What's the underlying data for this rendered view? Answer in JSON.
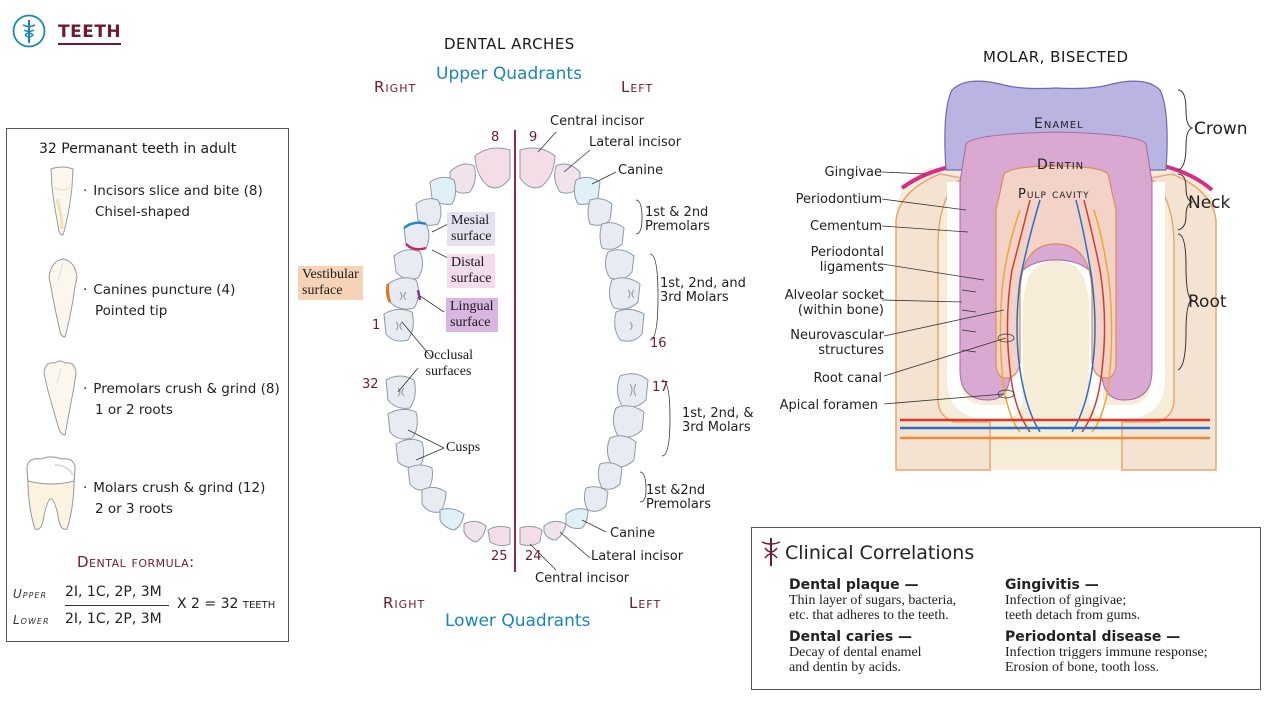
{
  "header": {
    "title": "TEETH"
  },
  "teeth_box": {
    "title": "32 Permanant teeth in adult",
    "items": [
      {
        "name": "Incisors slice and bite (8)",
        "detail": "Chisel-shaped"
      },
      {
        "name": "Canines puncture (4)",
        "detail": "Pointed tip"
      },
      {
        "name": "Premolars crush & grind (8)",
        "detail": "1 or 2 roots"
      },
      {
        "name": "Molars crush & grind (12)",
        "detail": "2 or 3 roots"
      }
    ],
    "formula": {
      "title": "Dental formula:",
      "upper_label": "Upper",
      "upper_value": "2I, 1C, 2P, 3M",
      "lower_label": "Lower",
      "lower_value": "2I, 1C, 2P, 3M",
      "result": "X 2 = 32 teeth"
    }
  },
  "arches": {
    "title": "DENTAL ARCHES",
    "upper": "Upper Quadrants",
    "lower": "Lower Quadrants",
    "right_top": "Right",
    "left_top": "Left",
    "right_bottom": "Right",
    "left_bottom": "Left",
    "numbers": {
      "n8": "8",
      "n9": "9",
      "n1": "1",
      "n16": "16",
      "n17": "17",
      "n32": "32",
      "n25": "25",
      "n24": "24"
    },
    "labels": {
      "central_incisor_top": "Central incisor",
      "lateral_incisor_top": "Lateral incisor",
      "canine_top": "Canine",
      "premolars_top_1": "1st & 2nd",
      "premolars_top_2": "Premolars",
      "molars_top_1": "1st, 2nd, and",
      "molars_top_2": "3rd Molars",
      "molars_bottom_1": "1st, 2nd, &",
      "molars_bottom_2": "3rd Molars",
      "premolars_bottom_1": "1st &2nd",
      "premolars_bottom_2": "Premolars",
      "canine_bottom": "Canine",
      "lateral_incisor_bottom": "Lateral incisor",
      "central_incisor_bottom": "Central incisor"
    },
    "surfaces": {
      "mesial_1": "Mesial",
      "mesial_2": "surface",
      "distal_1": "Distal",
      "distal_2": "surface",
      "lingual_1": "Lingual",
      "lingual_2": "surface",
      "vestibular_1": "Vestibular",
      "vestibular_2": "surface",
      "occlusal_1": "Occlusal",
      "occlusal_2": "surfaces",
      "cusps": "Cusps"
    }
  },
  "molar": {
    "title": "MOLAR, BISECTED",
    "enamel": "Enamel",
    "dentin": "Dentin",
    "pulp": "Pulp cavity",
    "crown": "Crown",
    "neck": "Neck",
    "root": "Root",
    "labels": {
      "gingivae": "Gingivae",
      "periodontium": "Periodontium",
      "cementum": "Cementum",
      "periodontal_1": "Periodontal",
      "periodontal_2": "ligaments",
      "alveolar_1": "Alveolar socket",
      "alveolar_2": "(within bone)",
      "neuro_1": "Neurovascular",
      "neuro_2": "structures",
      "root_canal": "Root canal",
      "apical": "Apical foramen"
    }
  },
  "clinical": {
    "title": "Clinical Correlations",
    "items": [
      {
        "head": "Dental plaque —",
        "line1": "Thin layer of sugars, bacteria,",
        "line2": "etc. that adheres to the teeth."
      },
      {
        "head": "Dental caries —",
        "line1": "Decay of dental enamel",
        "line2": "and dentin by acids."
      },
      {
        "head": "Gingivitis —",
        "line1": "Infection of gingivae;",
        "line2": "teeth detach from gums."
      },
      {
        "head": "Periodontal disease —",
        "line1": "Infection triggers immune response;",
        "line2": "Erosion of bone, tooth loss."
      }
    ]
  },
  "colors": {
    "maroon": "#6d1a36",
    "blue": "#1a86b8",
    "enamel": "#b9b4e2",
    "dentin": "#d9a9d2",
    "gum": "#f6e6d4",
    "mesial_bg": "#e4e2f1",
    "distal_bg": "#f2dced",
    "lingual_bg": "#d8b6e0",
    "vestibular_bg": "#f6d2b6"
  }
}
